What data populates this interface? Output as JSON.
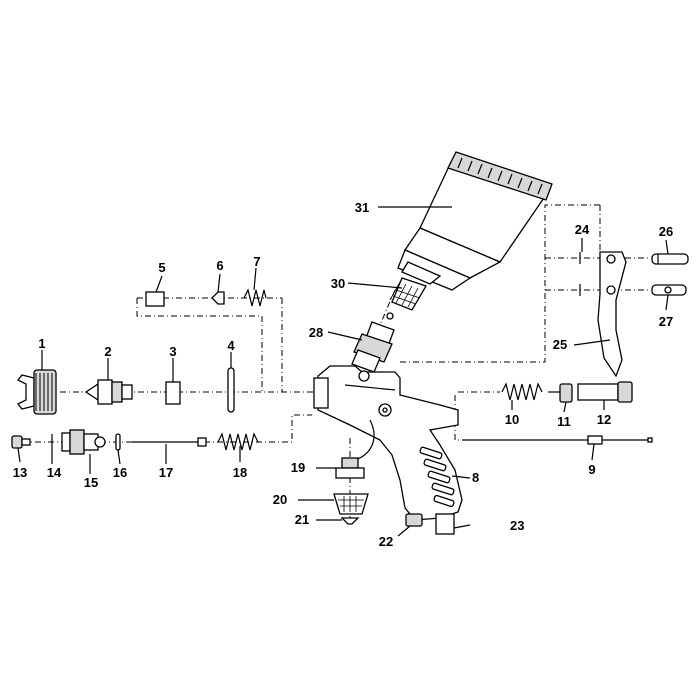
{
  "diagram": {
    "part_numbers": {
      "p1": "1",
      "p2": "2",
      "p3": "3",
      "p4": "4",
      "p5": "5",
      "p6": "6",
      "p7": "7",
      "p8": "8",
      "p9": "9",
      "p10": "10",
      "p11": "11",
      "p12": "12",
      "p13": "13",
      "p14": "14",
      "p15": "15",
      "p16": "16",
      "p17": "17",
      "p18": "18",
      "p19": "19",
      "p20": "20",
      "p21": "21",
      "p22": "22",
      "p23": "23",
      "p24": "24",
      "p25": "25",
      "p26": "26",
      "p27": "27",
      "p28": "28",
      "p30": "30",
      "p31": "31"
    }
  }
}
